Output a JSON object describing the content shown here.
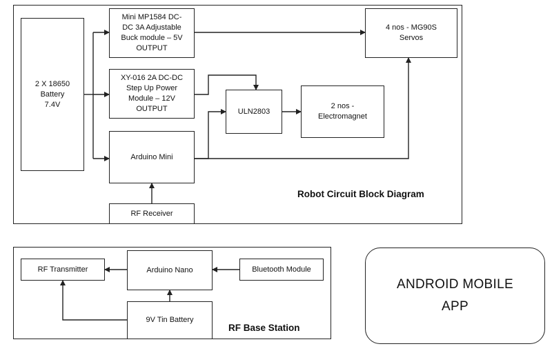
{
  "robot": {
    "title": "Robot Circuit Block Diagram",
    "battery": "2 X 18650\nBattery\n7.4V",
    "buck": "Mini MP1584  DC-\nDC 3A Adjustable\nBuck module – 5V\nOUTPUT",
    "boost": "XY-016  2A DC-DC\nStep Up Power\nModule – 12V\nOUTPUT",
    "arduino_mini": "Arduino Mini",
    "rf_receiver": "RF Receiver",
    "uln": "ULN2803",
    "magnet": "2 nos -\nElectromagnet",
    "servos": "4 nos - MG90S\nServos"
  },
  "base": {
    "title": "RF Base Station",
    "rf_transmitter": "RF Transmitter",
    "arduino_nano": "Arduino Nano",
    "bluetooth": "Bluetooth Module",
    "tin_battery": "9V Tin Battery"
  },
  "app": {
    "line1": "ANDROID MOBILE",
    "line2": "APP"
  }
}
